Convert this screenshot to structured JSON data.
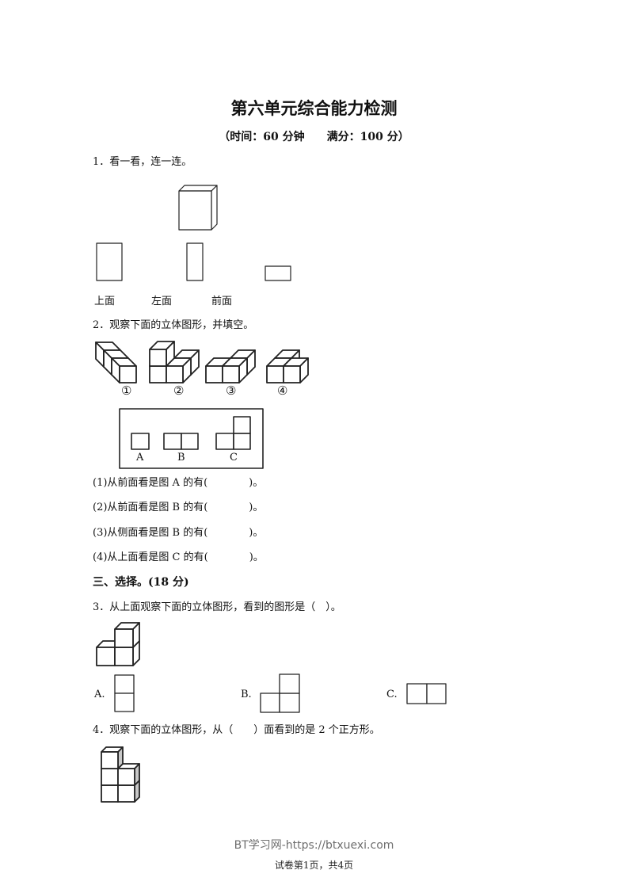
{
  "title": "第六单元综合能力检测",
  "subtitle": "（时间：60 分钟　　满分：100 分）",
  "q1": {
    "prompt": "1．看一看，连一连。",
    "labels": [
      "上面",
      "左面",
      "前面"
    ]
  },
  "q2": {
    "prompt": "2．观察下面的立体图形，并填空。",
    "figure_labels": [
      "①",
      "②",
      "③",
      "④"
    ],
    "view_labels": [
      "A",
      "B",
      "C"
    ],
    "blanks": [
      "(1)从前面看是图 A 的有(　　　　)。",
      "(2)从前面看是图 B 的有(　　　　)。",
      "(3)从侧面看是图 B 的有(　　　　)。",
      "(4)从上面看是图 C 的有(　　　　)。"
    ]
  },
  "section3": "三、选择。(18 分)",
  "q3": {
    "prompt": "3．从上面观察下面的立体图形，看到的图形是（　）。",
    "options": [
      "A.",
      "B.",
      "C."
    ]
  },
  "q4": {
    "prompt": "4．观察下面的立体图形，从（　　）面看到的是 2 个正方形。"
  },
  "footer": {
    "page": "试卷第1页，共4页",
    "watermark": "BT学习网-https://btxuexi.com"
  }
}
